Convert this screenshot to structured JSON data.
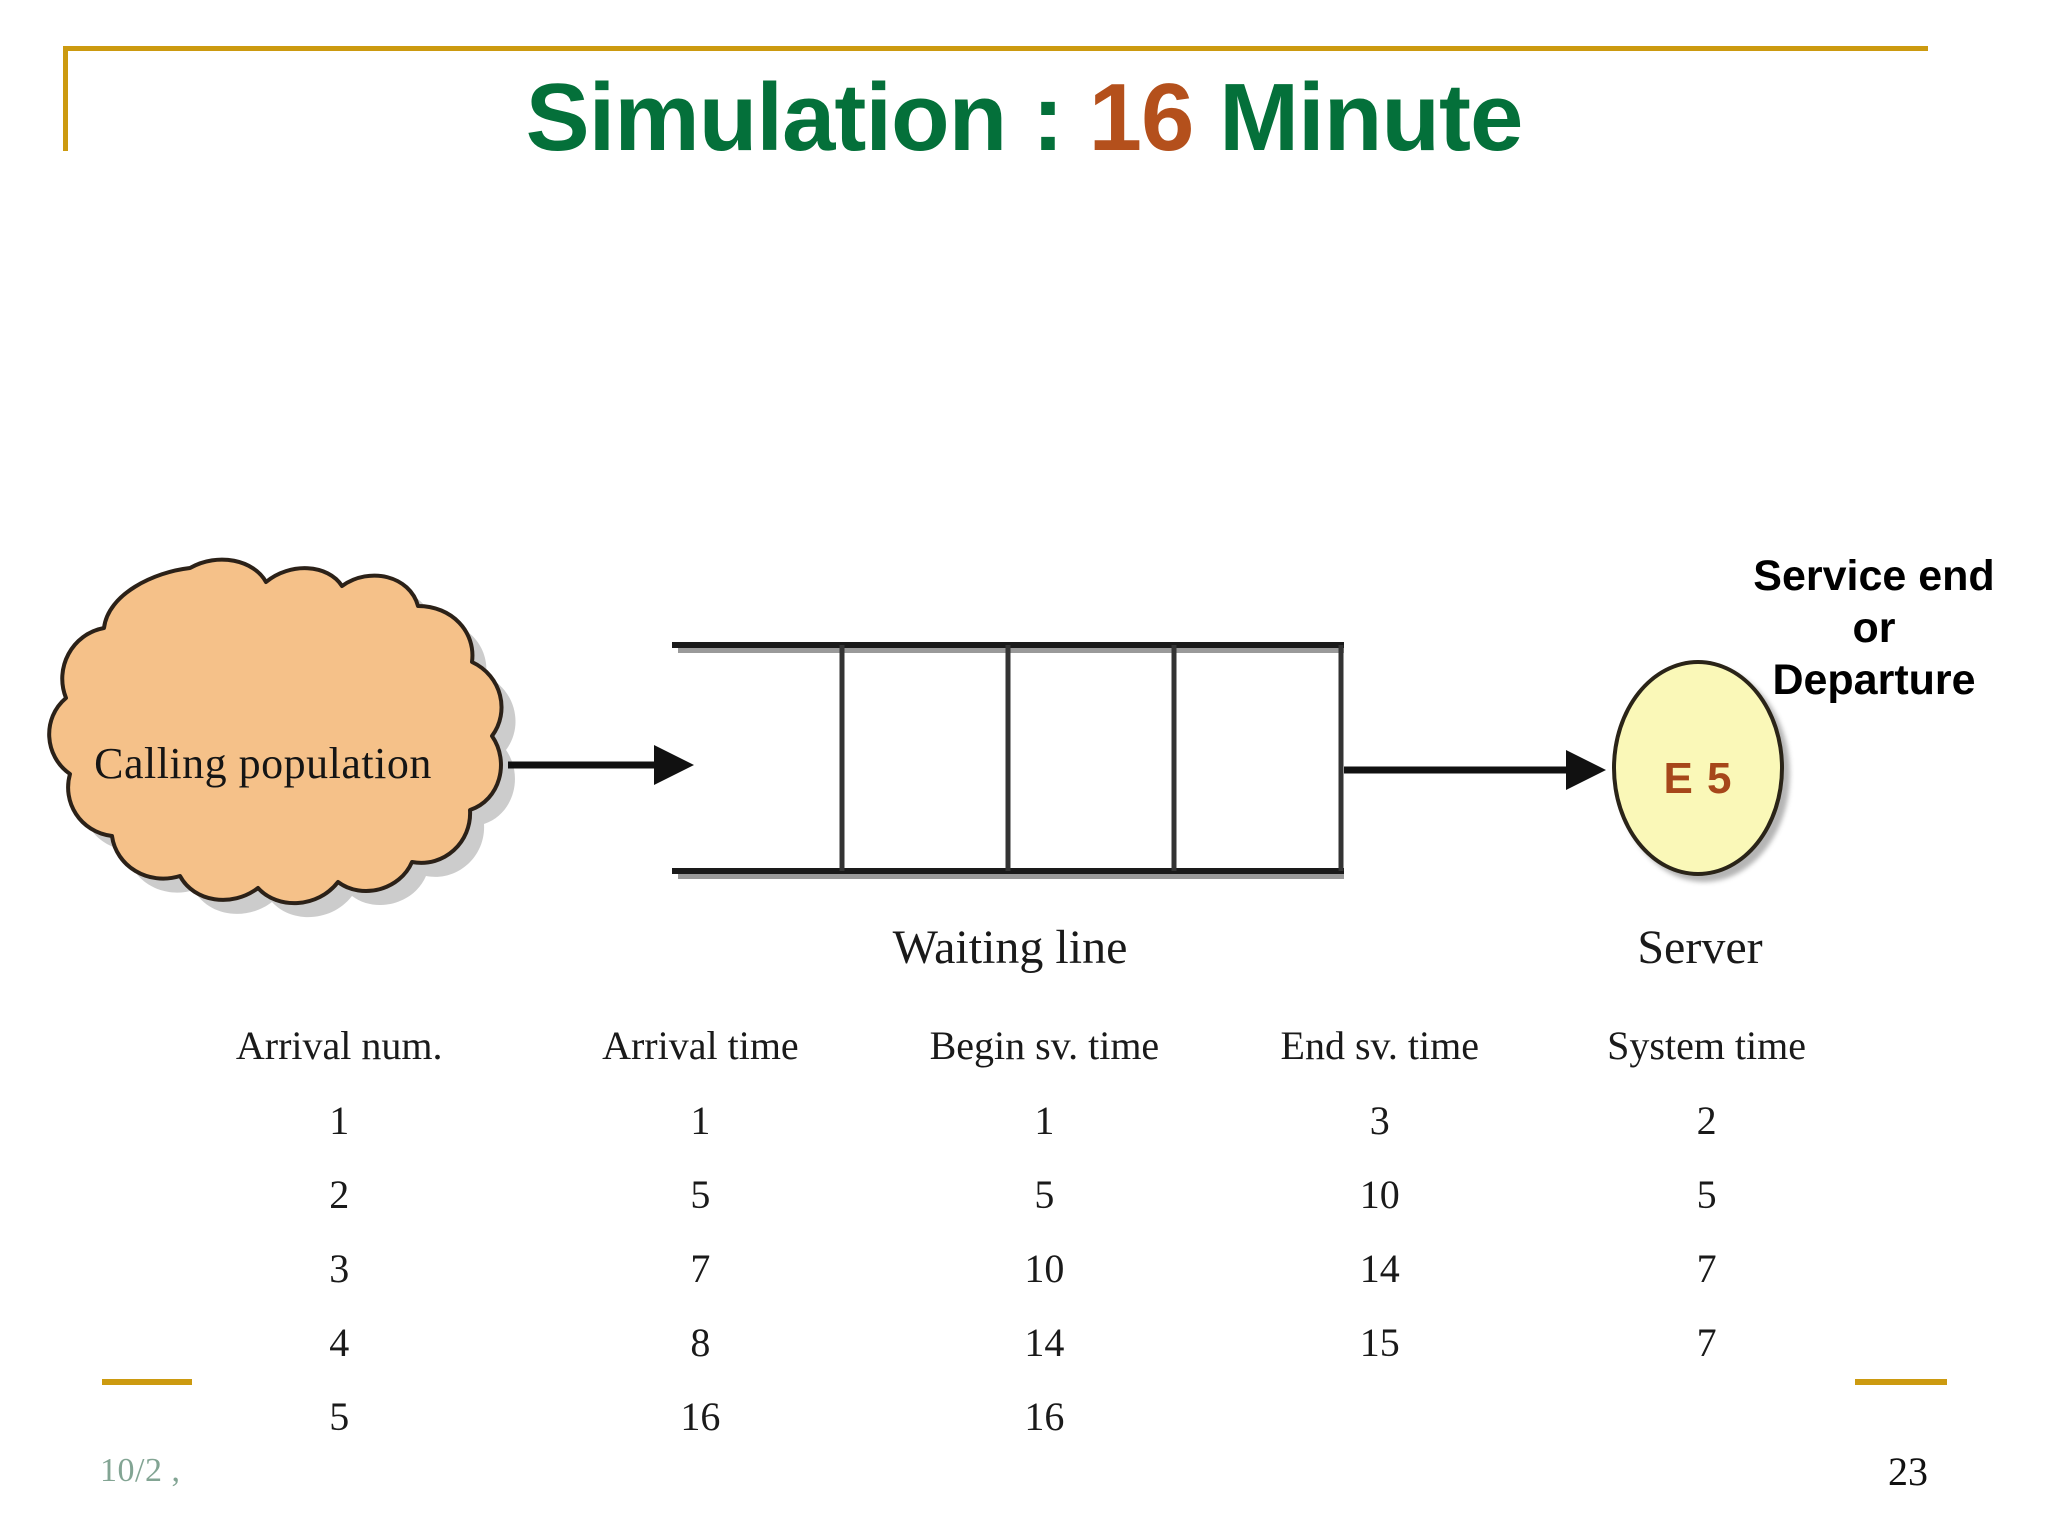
{
  "slide": {
    "title_prefix": "Simulation : ",
    "title_accent": "16",
    "title_suffix": " Minute",
    "page_number": "23",
    "footer_date": "10/2 ,"
  },
  "theme": {
    "title_green": "#04703A",
    "title_accent_brown": "#B4501C",
    "frame_gold": "#CC9A10",
    "cloud_fill": "#F5C189",
    "server_fill": "#FAF8B8",
    "server_label_color": "#A6471A"
  },
  "diagram": {
    "cloud_label": "Calling population",
    "waiting_line_label": "Waiting line",
    "server_label": "Server",
    "server_state_label": "E 5",
    "service_caption_lines": [
      "Service end",
      "or",
      "Departure"
    ],
    "queue_slots": 4
  },
  "table": {
    "headers": [
      "Arrival num.",
      "Arrival time",
      "Begin sv. time",
      "End sv. time",
      "System time"
    ],
    "rows": [
      [
        "1",
        "1",
        "1",
        "3",
        "2"
      ],
      [
        "2",
        "5",
        "5",
        "10",
        "5"
      ],
      [
        "3",
        "7",
        "10",
        "14",
        "7"
      ],
      [
        "4",
        "8",
        "14",
        "15",
        "7"
      ],
      [
        "5",
        "16",
        "16",
        "",
        ""
      ]
    ]
  }
}
